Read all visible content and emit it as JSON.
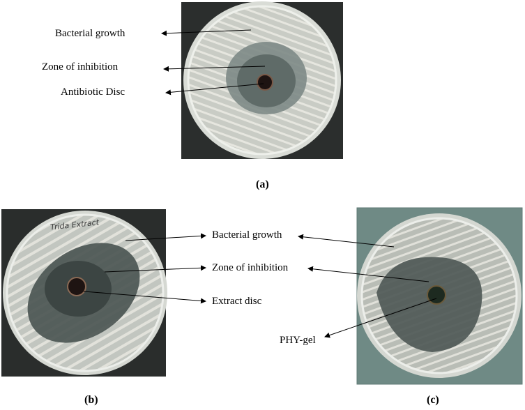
{
  "labels_a": {
    "bacterial_growth": "Bacterial growth",
    "zone_of_inhibition": "Zone of inhibition",
    "antibiotic_disc": "Antibiotic Disc"
  },
  "labels_bc": {
    "bacterial_growth": "Bacterial growth",
    "zone_of_inhibition": "Zone of inhibition",
    "extract_disc": "Extract disc",
    "phy_gel": "PHY-gel"
  },
  "captions": {
    "a": "(a)",
    "b": "(b)",
    "c": "(c)"
  },
  "plate_markings": {
    "b": "Trida  Extract"
  },
  "colors": {
    "background_dark": "#2a2d2c",
    "agar": "#a8b2ae",
    "bacteria": "#dcdcd4",
    "zone": "#5b6664",
    "disc": "#1e1412"
  }
}
